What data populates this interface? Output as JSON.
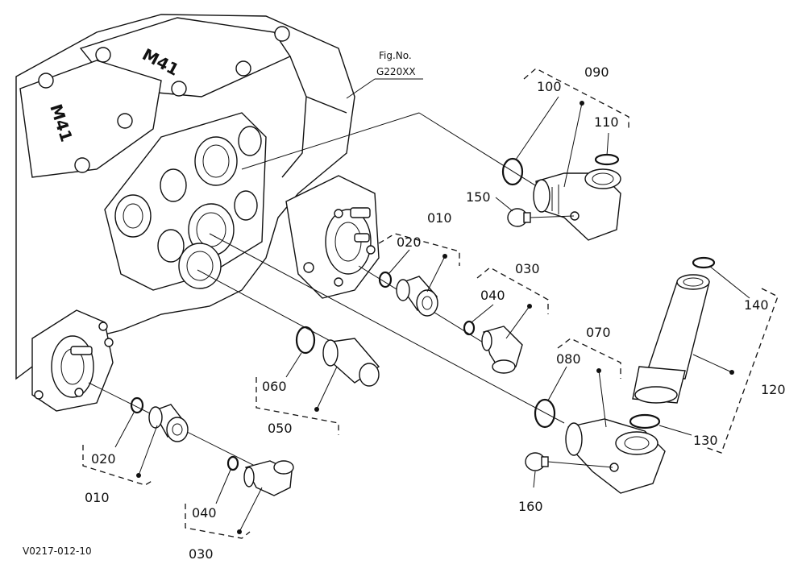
{
  "figure": {
    "fig_no_label": "Fig.No.",
    "fig_code": "G220XX",
    "drawing_id": "V0217-012-10",
    "housing_stamp": "M41"
  },
  "callouts": [
    {
      "id": "c090",
      "text": "090"
    },
    {
      "id": "c100",
      "text": "100"
    },
    {
      "id": "c110",
      "text": "110"
    },
    {
      "id": "c150",
      "text": "150"
    },
    {
      "id": "c010a",
      "text": "010"
    },
    {
      "id": "c020a",
      "text": "020"
    },
    {
      "id": "c030a",
      "text": "030"
    },
    {
      "id": "c040a",
      "text": "040"
    },
    {
      "id": "c140",
      "text": "140"
    },
    {
      "id": "c120",
      "text": "120"
    },
    {
      "id": "c070",
      "text": "070"
    },
    {
      "id": "c080",
      "text": "080"
    },
    {
      "id": "c130",
      "text": "130"
    },
    {
      "id": "c160",
      "text": "160"
    },
    {
      "id": "c060",
      "text": "060"
    },
    {
      "id": "c050",
      "text": "050"
    },
    {
      "id": "c020b",
      "text": "020"
    },
    {
      "id": "c010b",
      "text": "010"
    },
    {
      "id": "c040b",
      "text": "040"
    },
    {
      "id": "c030b",
      "text": "030"
    }
  ]
}
